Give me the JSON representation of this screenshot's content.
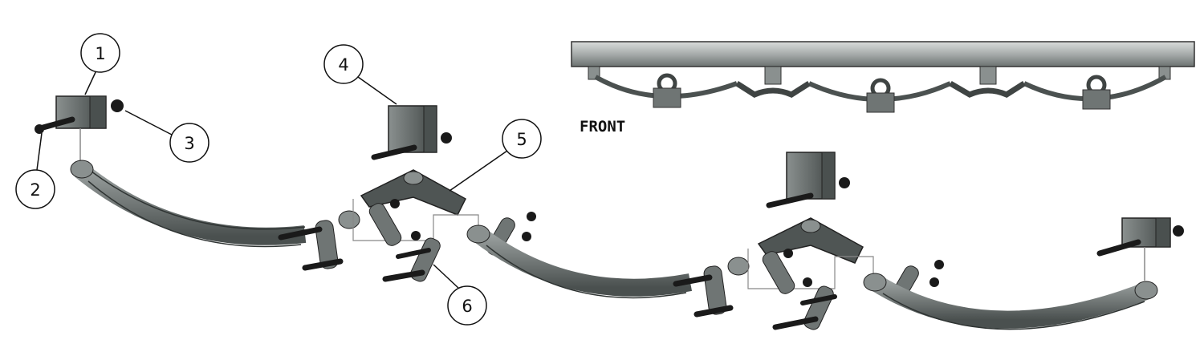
{
  "view_label": "FRONT",
  "callouts": [
    "1",
    "2",
    "3",
    "4",
    "5",
    "6"
  ],
  "colors": {
    "steel": "#6f7574",
    "steel_dark": "#3f4443",
    "steel_light": "#b9bebd",
    "bolt": "#1a1a1a",
    "ink": "#111111"
  }
}
